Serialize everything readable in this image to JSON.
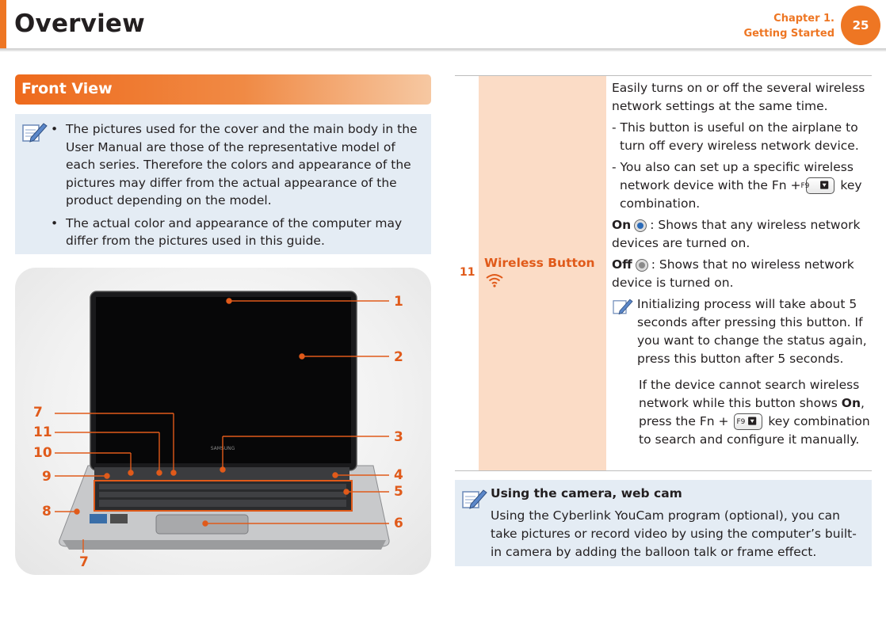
{
  "header": {
    "title": "Overview",
    "chapter_line1": "Chapter 1.",
    "chapter_line2": "Getting Started",
    "page_number": "25",
    "accent_color": "#ee7623"
  },
  "section": {
    "title": "Front View"
  },
  "note": {
    "icon": "note-pencil-icon",
    "bullets": [
      "The pictures used for the cover and the main body in the User Manual are those of the representative model of each series. Therefore the colors and appearance of the pictures may differ from the actual appearance of the product depending on the model.",
      "The actual color and appearance of the computer may differ from the pictures used in this guide."
    ]
  },
  "figure": {
    "brand": "SAMSUNG",
    "callouts_right": [
      "1",
      "2",
      "3",
      "4",
      "5",
      "6"
    ],
    "callouts_left": [
      "7",
      "11",
      "10",
      "9",
      "8",
      "7"
    ]
  },
  "table": {
    "number": "11",
    "name": "Wireless Button",
    "name_icon": "wireless-icon",
    "desc_intro": "Easily turns on or off the several wireless network settings at the same time.",
    "dash1": "- This button is useful on the airplane to turn off every wireless network device.",
    "dash2_a": "- You also can set up a specific wireless network device with the Fn + ",
    "dash2_b": " key combination.",
    "key_label": "F9",
    "key_icon": "antenna-icon",
    "on_label": "On",
    "on_text": ": Shows that any wireless network devices are turned on.",
    "off_label": "Off",
    "off_text": ": Shows that no wireless network device is turned on.",
    "subnote": "Initializing process will take about 5 seconds after pressing this button. If you want to change the status again, press this button after 5 seconds.",
    "para_a": "If the device cannot search wireless network while this button shows ",
    "para_on": "On",
    "para_b": ", press the Fn + ",
    "para_c": " key combination to search and configure it manually."
  },
  "camera_note": {
    "title": "Using the camera, web cam",
    "body": "Using the Cyberlink YouCam program (optional), you can take pictures or record video by using the computer’s built-in camera by adding the balloon talk or frame effect."
  }
}
